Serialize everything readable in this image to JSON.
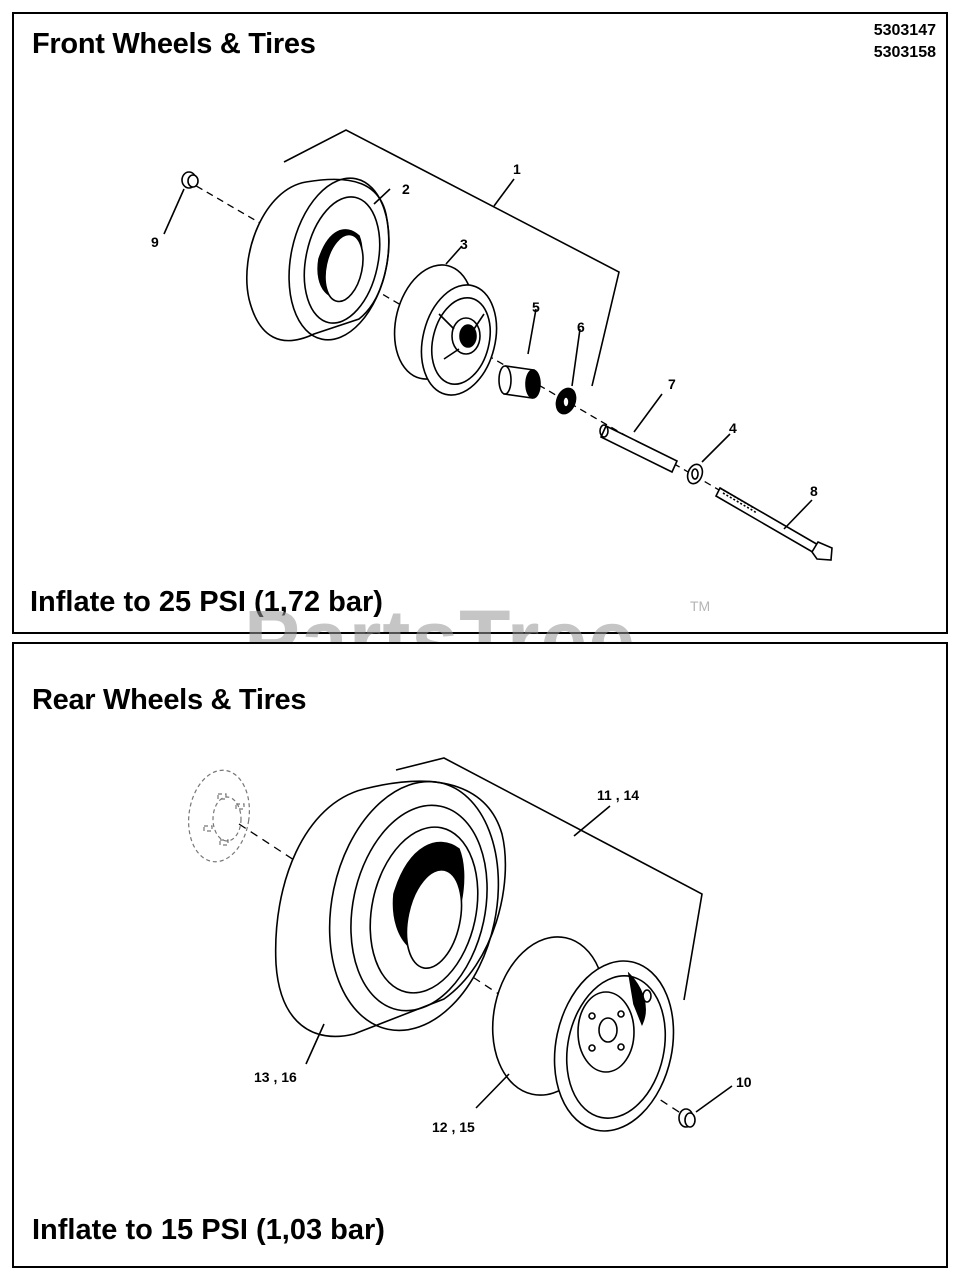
{
  "front": {
    "title": "Front Wheels & Tires",
    "model_numbers": [
      "5303147",
      "5303158"
    ],
    "inflate": "Inflate to 25 PSI (1,72 bar)",
    "callouts": [
      "1",
      "2",
      "3",
      "4",
      "5",
      "6",
      "7",
      "8",
      "9"
    ]
  },
  "rear": {
    "title": "Rear Wheels & Tires",
    "inflate": "Inflate to 15 PSI (1,03 bar)",
    "callouts": [
      "10",
      "11 , 14",
      "12 , 15",
      "13 , 16"
    ]
  },
  "watermark": {
    "text": "PartsTree",
    "tm": "TM"
  }
}
